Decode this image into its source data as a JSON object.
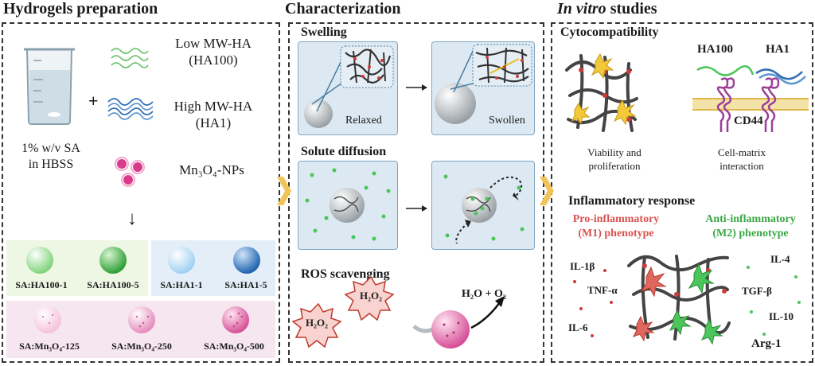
{
  "sections": {
    "prep_title": "Hydrogels preparation",
    "char_title": "Characterization",
    "vitro_title_italic": "In vitro",
    "vitro_title_rest": " studies"
  },
  "prep": {
    "low_mw": "Low MW-HA",
    "low_mw_code": "(HA100)",
    "high_mw": "High MW-HA",
    "high_mw_code": "(HA1)",
    "sa_line1": "1% w/v SA",
    "sa_line2": "in HBSS",
    "np_label": "Mn₃O₄-NPs",
    "plus": "+",
    "arrow": "↓",
    "samples": [
      {
        "label": "SA:HA100-1",
        "color": "#7fd37a"
      },
      {
        "label": "SA:HA100-5",
        "color": "#2e9e35"
      },
      {
        "label": "SA:HA1-1",
        "color": "#9fd0f2"
      },
      {
        "label": "SA:HA1-5",
        "color": "#1f63b0"
      },
      {
        "label": "SA:Mn₃O₄-125",
        "color": "#f4c2dc"
      },
      {
        "label": "SA:Mn₃O₄-250",
        "color": "#e58cbc"
      },
      {
        "label": "SA:Mn₃O₄-500",
        "color": "#d64f97"
      }
    ]
  },
  "characterization": {
    "swelling": "Swelling",
    "relaxed": "Relaxed",
    "swollen": "Swollen",
    "solute": "Solute diffusion",
    "ros": "ROS scavenging",
    "h2o2": "H₂O₂",
    "product": "H₂O + O₂"
  },
  "vitro": {
    "cyto": "Cytocompatibility",
    "viability1": "Viability and",
    "viability2": "proliferation",
    "ha100": "HA100",
    "ha1": "HA1",
    "cd44": "CD44",
    "cellmatrix1": "Cell-matrix",
    "cellmatrix2": "interaction",
    "inflam": "Inflammatory response",
    "pro1": "Pro-inflammatory",
    "pro2": "(M1) phenotype",
    "anti1": "Anti-inflammatory",
    "anti2": "(M2) phenotype",
    "il1b": "IL-1β",
    "tnfa": "TNF-α",
    "il6": "IL-6",
    "il4": "IL-4",
    "tgfb": "TGF-β",
    "il10": "IL-10",
    "arg1": "Arg-1",
    "pro_color": "#d9534f",
    "anti_color": "#3aa845"
  }
}
